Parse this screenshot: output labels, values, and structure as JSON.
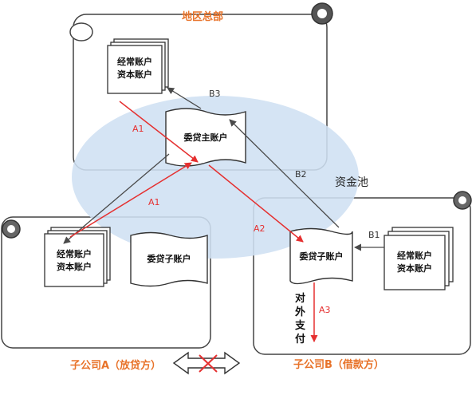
{
  "hq": {
    "title": "地区总部"
  },
  "pool": {
    "label": "资金池"
  },
  "sub_a": {
    "title": "子公司A（放贷方）"
  },
  "sub_b": {
    "title": "子公司B（借款方）"
  },
  "docs": {
    "operating_capital": [
      "经常账户",
      "资本账户"
    ],
    "master": "委贷主账户",
    "sub": "委贷子账户"
  },
  "flows": {
    "a1": "A1",
    "a2": "A2",
    "a3": "A3",
    "b1": "B1",
    "b2": "B2",
    "b3": "B3"
  },
  "payment": [
    "对",
    "外",
    "支",
    "付"
  ],
  "colors": {
    "accent_orange": "#e8732a",
    "flow_red": "#e53030",
    "flow_gray": "#4a4a4a",
    "pool_blue": "#cfe0f2"
  }
}
